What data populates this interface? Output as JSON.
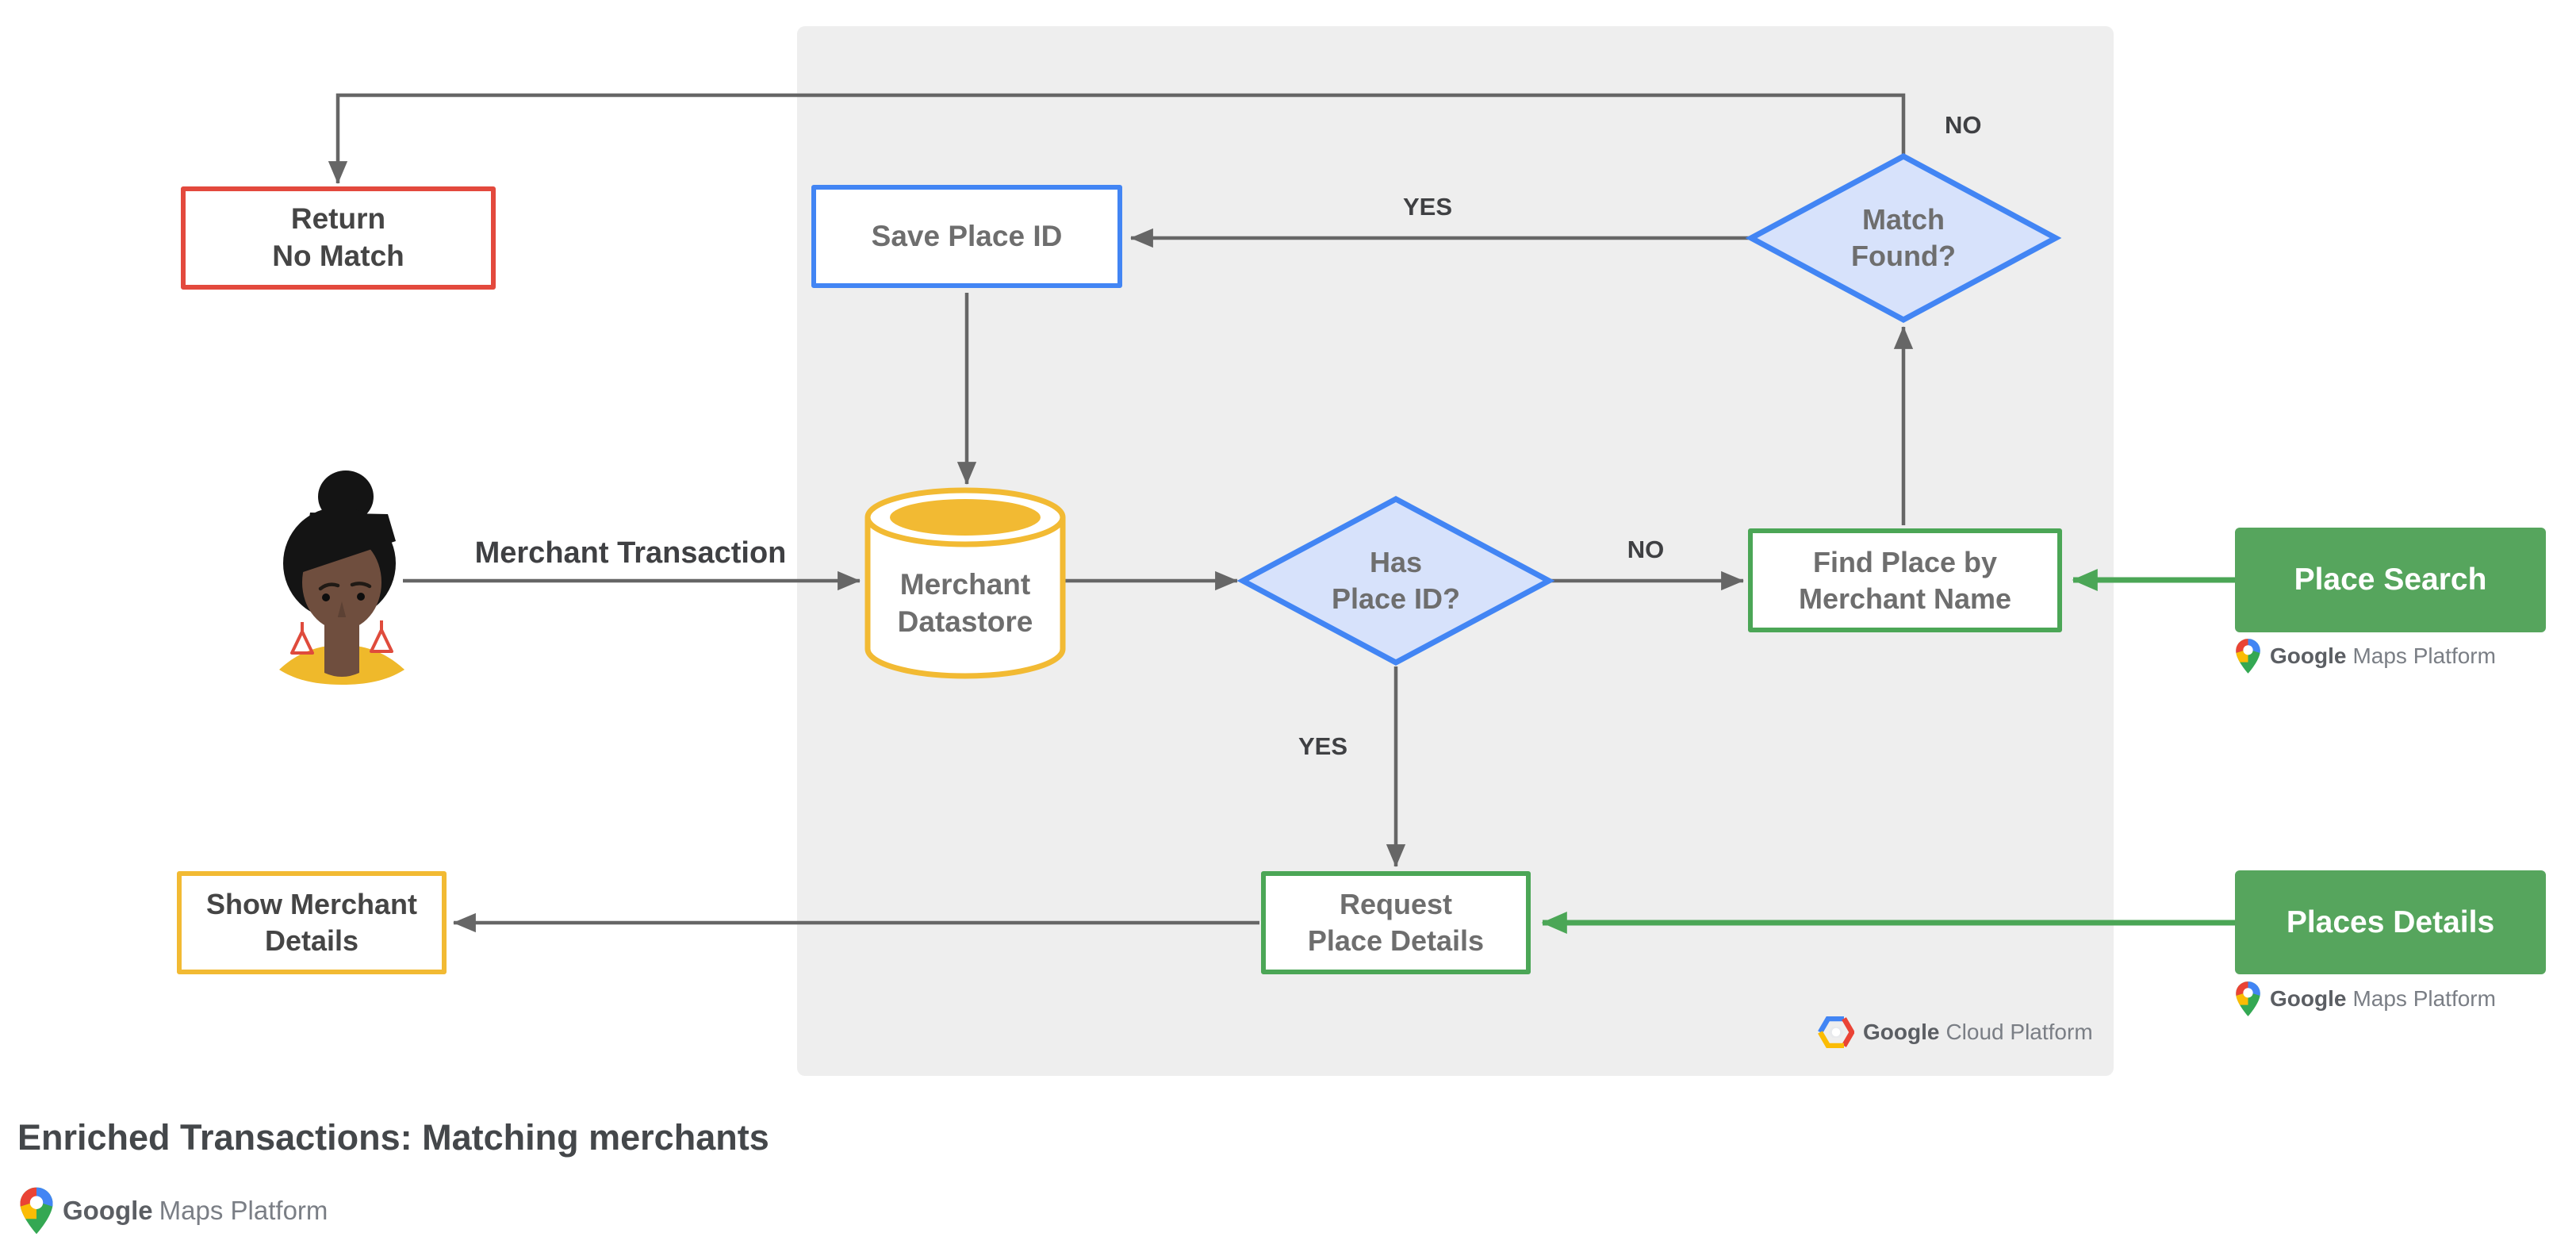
{
  "title": "Enriched Transactions: Matching merchants",
  "nodes": {
    "return_no_match": {
      "label": "Return\nNo Match"
    },
    "save_place_id": {
      "label": "Save Place ID"
    },
    "merchant_datastore": {
      "label": "Merchant\nDatastore"
    },
    "has_place_id": {
      "label": "Has\nPlace ID?"
    },
    "match_found": {
      "label": "Match\nFound?"
    },
    "find_place_by_merchant_name": {
      "label": "Find Place by\nMerchant Name"
    },
    "request_place_details": {
      "label": "Request\nPlace Details"
    },
    "show_merchant_details": {
      "label": "Show Merchant\nDetails"
    },
    "place_search_api": {
      "label": "Place Search"
    },
    "places_details_api": {
      "label": "Places Details"
    }
  },
  "edge_labels": {
    "match_no": "NO",
    "match_yes": "YES",
    "has_no": "NO",
    "has_yes": "YES",
    "merchant_transaction": "Merchant Transaction"
  },
  "logos": {
    "gmp": {
      "google": "Google",
      "product": "Maps Platform"
    },
    "gcp": {
      "google": "Google",
      "product": "Cloud Platform"
    }
  },
  "icons": {
    "gmp_pin": "google-maps-pin-icon",
    "gcp_hexagon": "google-cloud-hexagon-icon",
    "customer": "person-avatar"
  },
  "colors": {
    "red": "#E3493D",
    "blue": "#4285F4",
    "blue_fill": "#D7E2FB",
    "yellow": "#F2BA33",
    "green_border": "#4BA656",
    "green_fill": "#56A55D",
    "panel": "#EEEEEE",
    "line": "#666666",
    "text_dark": "#3F4043",
    "text_gray": "#6E6E6E"
  }
}
